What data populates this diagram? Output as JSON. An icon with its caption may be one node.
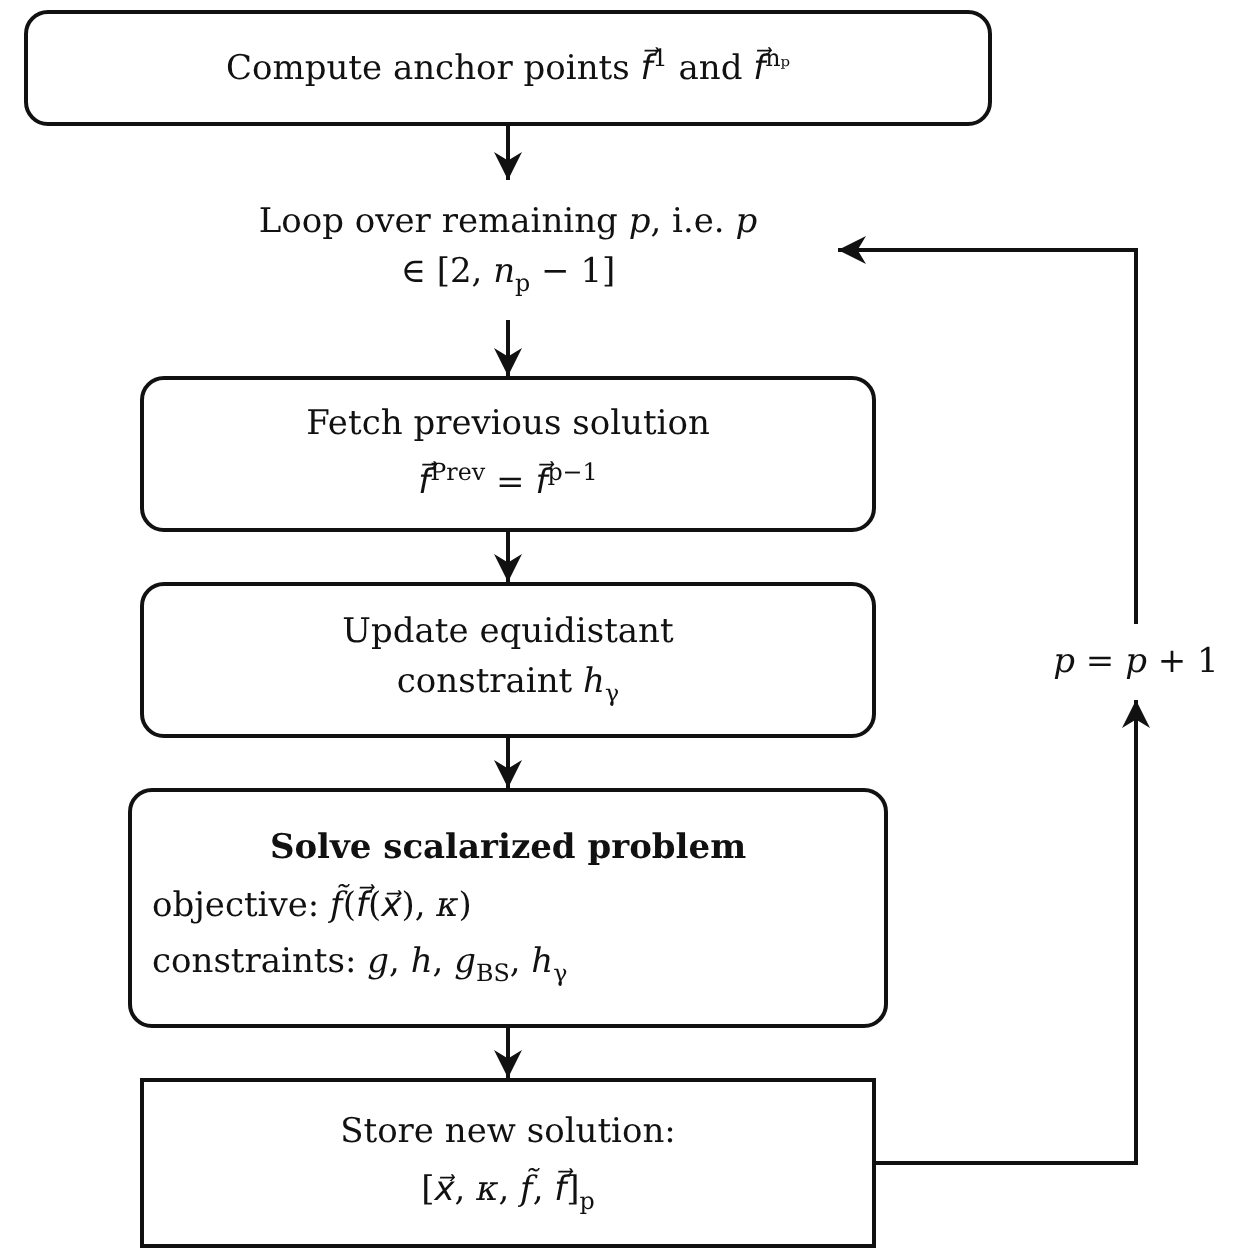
{
  "diagram": {
    "nodes": [
      {
        "text": [
          "Compute anchor points *f⃗*$^{1}$ and *f⃗*$^{nₚ}$"
        ]
      },
      {
        "text": [
          "Loop over remaining *p*, i.e. *p* ∈ [2, *n*$_{p}$ − 1]"
        ]
      },
      {
        "text": [
          "Fetch previous solution",
          "*f⃗*$^{Prev}$ = *f⃗*$^{p−1}$"
        ]
      },
      {
        "text": [
          "Update equidistant constraint *h*$_{γ}$"
        ]
      },
      {
        "text": [
          "Solve scalarized problem",
          "objective: *f̃*(*f⃗*(*x⃗*), *κ*)",
          "constraints: *g*, *h*, *g*$_{BS}$, *h*$_{γ}$"
        ]
      },
      {
        "text": [
          "Store new solution:",
          "[*x⃗*, *κ*, *f̃*, *f⃗*]$_{p}$"
        ]
      },
      {
        "text": [
          "*p* = *p* + 1"
        ]
      }
    ],
    "edges": [
      {
        "from": 0,
        "to": 1,
        "arrow": "to"
      },
      {
        "from": 1,
        "to": 2,
        "arrow": "to"
      },
      {
        "from": 2,
        "to": 3,
        "arrow": "to"
      },
      {
        "from": 3,
        "to": 4,
        "arrow": "to"
      },
      {
        "from": 4,
        "to": 5,
        "arrow": "to"
      },
      {
        "from": 5,
        "to": 6,
        "arrow": "to"
      },
      {
        "from": 6,
        "to": 1,
        "arrow": "to"
      }
    ]
  }
}
